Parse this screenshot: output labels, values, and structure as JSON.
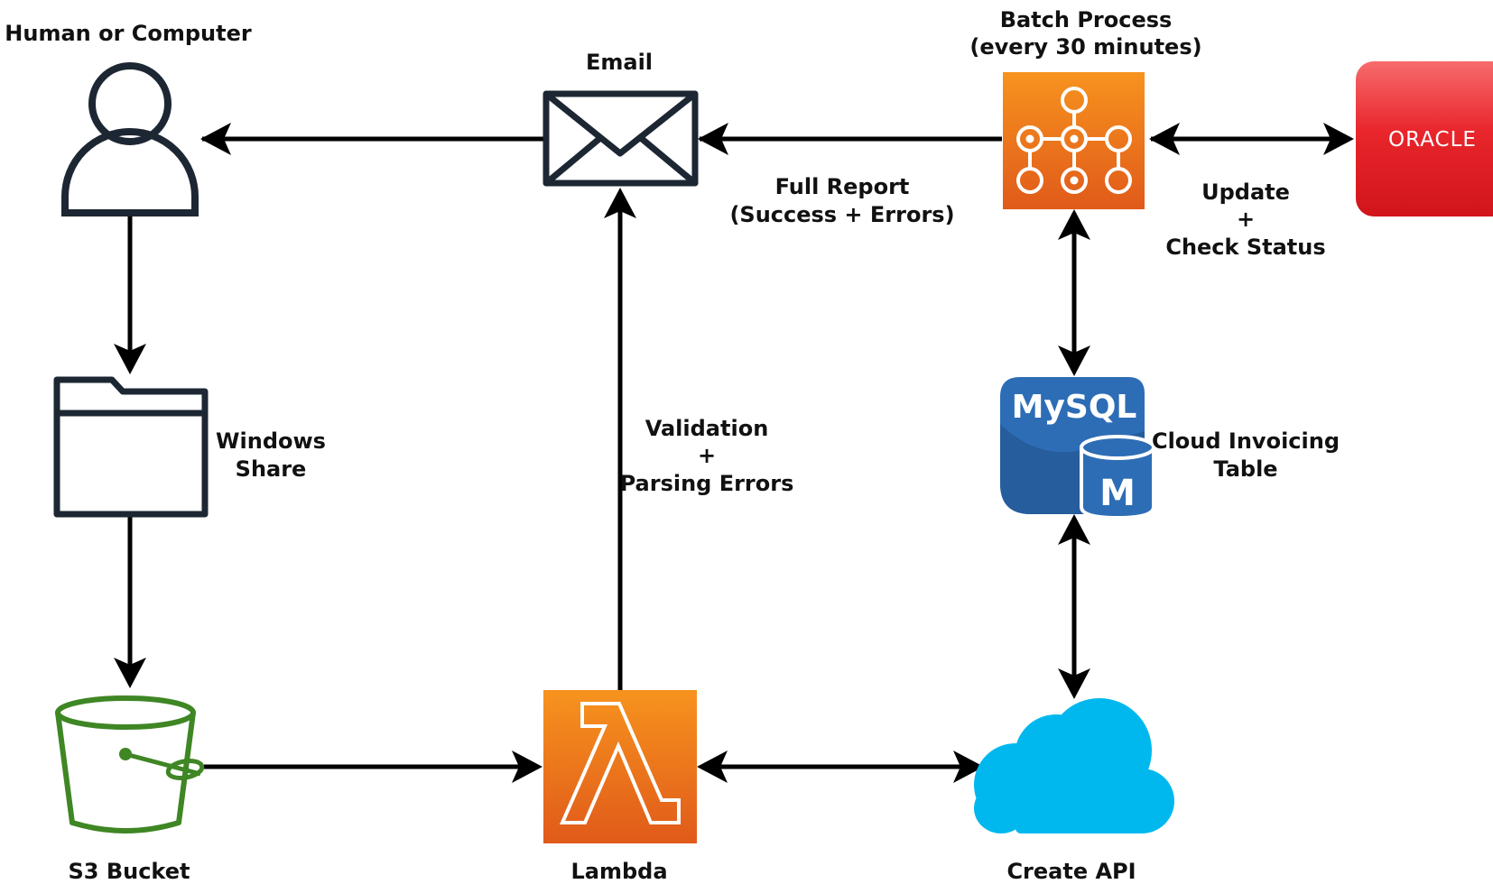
{
  "nodes": {
    "human": {
      "label": "Human or Computer",
      "icon": "user-icon"
    },
    "share": {
      "label_lines": [
        "Windows",
        "Share"
      ],
      "icon": "folder-icon"
    },
    "s3": {
      "label": "S3 Bucket",
      "icon": "bucket-icon"
    },
    "email": {
      "label": "Email",
      "icon": "envelope-icon"
    },
    "lambda": {
      "label": "Lambda",
      "icon": "lambda-icon"
    },
    "batch": {
      "label_lines": [
        "Batch Process",
        "(every 30 minutes)"
      ],
      "icon": "workflow-icon"
    },
    "oracle": {
      "label": "ORACLE",
      "icon": "oracle-logo"
    },
    "mysql": {
      "logo_text": "MySQL",
      "badge_text": "M",
      "label_lines": [
        "Cloud Invoicing",
        "Table"
      ],
      "icon": "mysql-database-icon"
    },
    "api": {
      "label": "Create API",
      "icon": "cloud-icon"
    }
  },
  "edge_labels": {
    "full_report": [
      "Full Report",
      "(Success + Errors)"
    ],
    "update": [
      "Update",
      "+",
      "Check Status"
    ],
    "validation": [
      "Validation",
      "+",
      "Parsing Errors"
    ]
  },
  "colors": {
    "ink": "#1d2733",
    "s3_green": "#3f8624",
    "aws_orange_top": "#f7931e",
    "aws_orange_bottom": "#e05a1a",
    "oracle_red": "#e32228",
    "mysql_blue": "#2d6db5",
    "cloud_blue": "#00b8ee"
  }
}
